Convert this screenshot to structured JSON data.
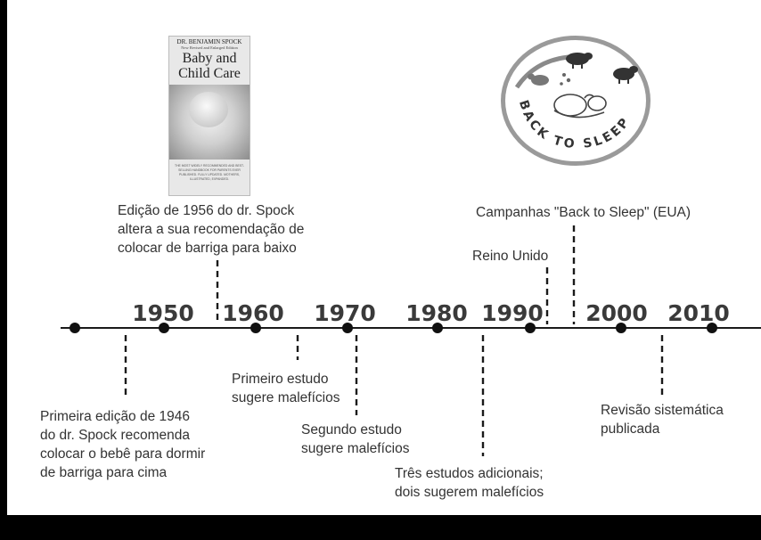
{
  "timeline": {
    "years": [
      "1950",
      "1960",
      "1970",
      "1980",
      "1990",
      "2000",
      "2010"
    ]
  },
  "events": [
    {
      "id": "spock-1946",
      "lines": [
        "Primeira edição de 1946",
        "do dr. Spock recomenda",
        "colocar o bebê para dormir",
        "de barriga para cima"
      ]
    },
    {
      "id": "spock-1956",
      "lines": [
        "Edição de 1956 do dr. Spock",
        "altera a sua recomendação de",
        "colocar de barriga para baixo"
      ]
    },
    {
      "id": "first-study",
      "lines": [
        "Primeiro estudo",
        "sugere malefícios"
      ]
    },
    {
      "id": "second-study",
      "lines": [
        "Segundo estudo",
        "sugere malefícios"
      ]
    },
    {
      "id": "three-studies",
      "lines": [
        "Três estudos adicionais;",
        "dois sugerem malefícios"
      ]
    },
    {
      "id": "uk",
      "lines": [
        "Reino Unido"
      ]
    },
    {
      "id": "back-to-sleep-usa",
      "lines": [
        "Campanhas \"Back to Sleep\" (EUA)"
      ]
    },
    {
      "id": "review",
      "lines": [
        "Revisão sistemática",
        "publicada"
      ]
    }
  ],
  "book": {
    "author": "DR. BENJAMIN SPOCK",
    "edition": "New Revised and Enlarged Edition",
    "title": "Baby and Child Care",
    "blurb": "THE MOST WIDELY RECOMMENDED AND BEST-SELLING HANDBOOK FOR PARENTS EVER PUBLISHED. FULLY UPDATED. MOTHERS, ILLUSTRATED, EXPANDED."
  },
  "logo": {
    "text": "BACK TO SLEEP"
  },
  "colors": {
    "line": "#1a1a1a",
    "text": "#333333",
    "frame": "#000000"
  }
}
